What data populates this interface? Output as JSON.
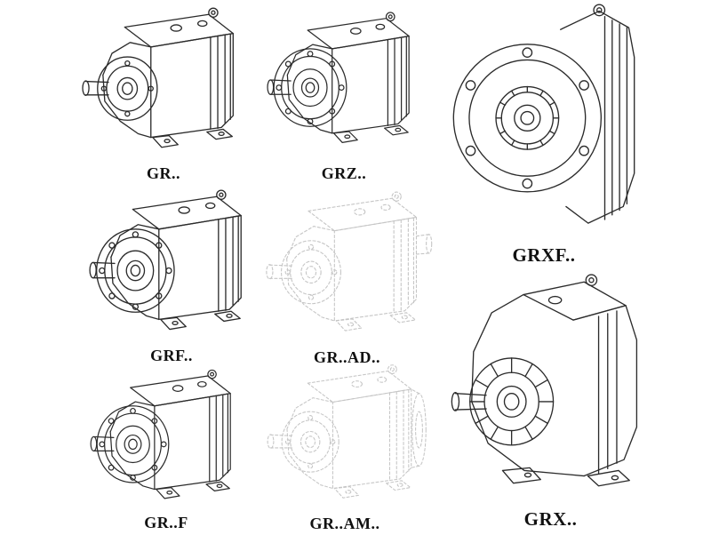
{
  "page": {
    "background": "#ffffff",
    "description": "Catalog sheet of GR series helical gear reducer technical drawings"
  },
  "style": {
    "line_color": "#2b2b2b",
    "phantom_color": "#c6c6c6",
    "label_color": "#111111"
  },
  "figures": [
    {
      "id": "gr",
      "label": "GR..",
      "drawing": "foot-mounted-gearbox-iso"
    },
    {
      "id": "grz",
      "label": "GRZ..",
      "drawing": "foot-mounted-gearbox-round-face-iso"
    },
    {
      "id": "grxf",
      "label": "GRXF..",
      "drawing": "flange-mounted-gearbox-front"
    },
    {
      "id": "grf",
      "label": "GRF..",
      "drawing": "flange-gearbox-iso"
    },
    {
      "id": "grad",
      "label": "GR..AD..",
      "drawing": "gearbox-with-adapter-phantom"
    },
    {
      "id": "grf2",
      "label": "GR..F",
      "drawing": "flange-gearbox-iso"
    },
    {
      "id": "gram",
      "label": "GR..AM..",
      "drawing": "gearbox-with-motor-flange-phantom"
    },
    {
      "id": "grx",
      "label": "GRX..",
      "drawing": "large-foot-mounted-gearbox-iso"
    }
  ]
}
